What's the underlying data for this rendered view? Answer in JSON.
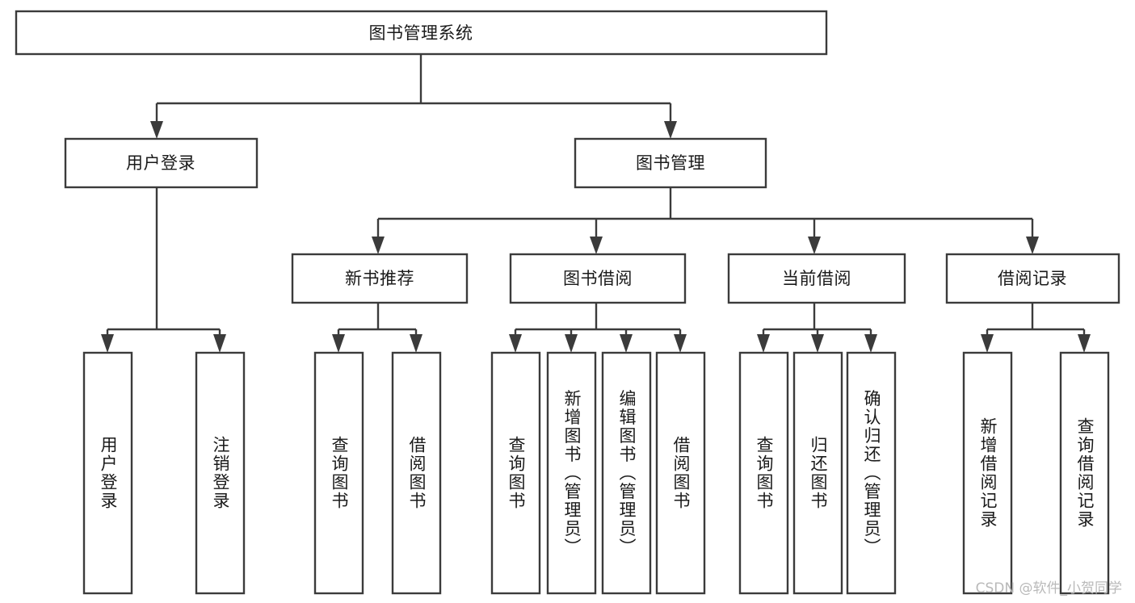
{
  "diagram": {
    "type": "tree-hierarchy-flowchart",
    "root": {
      "id": "root",
      "label": "图书管理系统"
    },
    "level2": [
      {
        "id": "user-login",
        "label": "用户登录"
      },
      {
        "id": "book-management",
        "label": "图书管理"
      }
    ],
    "level3": [
      {
        "id": "new-book-recommend",
        "label": "新书推荐",
        "parent": "book-management"
      },
      {
        "id": "book-borrow",
        "label": "图书借阅",
        "parent": "book-management"
      },
      {
        "id": "current-borrow",
        "label": "当前借阅",
        "parent": "book-management"
      },
      {
        "id": "borrow-record",
        "label": "借阅记录",
        "parent": "book-management"
      }
    ],
    "leaves": [
      {
        "id": "leaf-user-login",
        "label": "用户登录",
        "parent": "user-login"
      },
      {
        "id": "leaf-logout-login",
        "label": "注销登录",
        "parent": "user-login"
      },
      {
        "id": "leaf-query-book-1",
        "label": "查询图书",
        "parent": "new-book-recommend"
      },
      {
        "id": "leaf-borrow-book-1",
        "label": "借阅图书",
        "parent": "new-book-recommend"
      },
      {
        "id": "leaf-query-book-2",
        "label": "查询图书",
        "parent": "book-borrow"
      },
      {
        "id": "leaf-add-book",
        "label": "新增图书（管理员）",
        "parent": "book-borrow"
      },
      {
        "id": "leaf-edit-book",
        "label": "编辑图书（管理员）",
        "parent": "book-borrow"
      },
      {
        "id": "leaf-borrow-book-2",
        "label": "借阅图书",
        "parent": "book-borrow"
      },
      {
        "id": "leaf-query-book-3",
        "label": "查询图书",
        "parent": "current-borrow"
      },
      {
        "id": "leaf-return-book",
        "label": "归还图书",
        "parent": "current-borrow"
      },
      {
        "id": "leaf-confirm-return",
        "label": "确认归还（管理员）",
        "parent": "current-borrow"
      },
      {
        "id": "leaf-add-record",
        "label": "新增借阅记录",
        "parent": "borrow-record"
      },
      {
        "id": "leaf-query-record",
        "label": "查询借阅记录",
        "parent": "borrow-record"
      }
    ]
  },
  "watermark": {
    "text": "CSDN @软件_小贺同学"
  },
  "colors": {
    "stroke": "#3b3b3b",
    "fill": "#ffffff",
    "text": "#1a1a1a",
    "watermark": "#b9b9b9"
  }
}
